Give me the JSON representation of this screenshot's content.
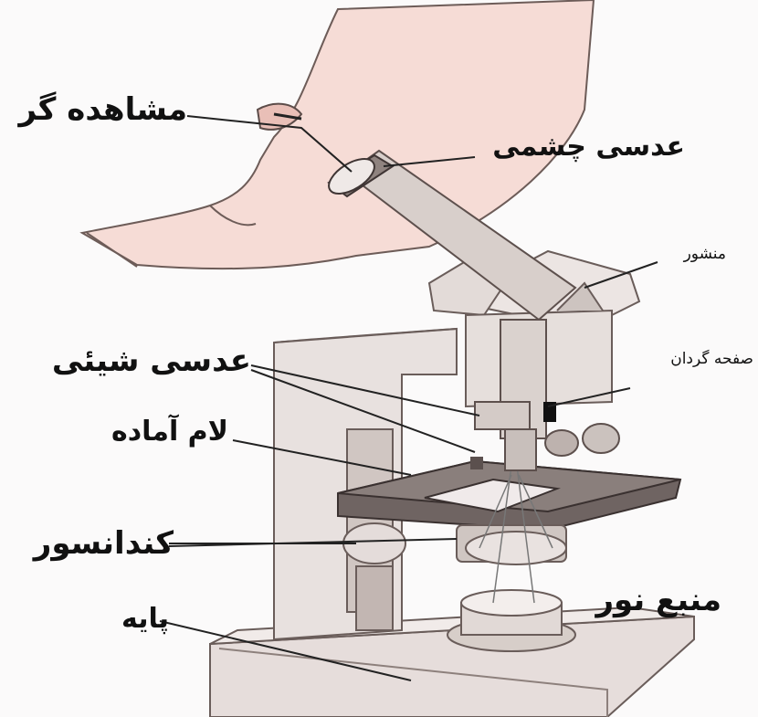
{
  "labels": {
    "observer": "مشاهده گر",
    "eyepiece": "عدسی چشمی",
    "prism": "منشور",
    "objective": "عدسی شیئی",
    "nosepiece": "صفحه گردان",
    "slide": "لام آماده",
    "condenser": "کندانسور",
    "light_source": "منبع نور",
    "base": "پایه"
  },
  "colors": {
    "ink": "#111111",
    "skin": "#f4d6d0",
    "metal": "#dcd4d0",
    "dark_metal": "#9d8f8a",
    "stage": "#6f6462"
  }
}
